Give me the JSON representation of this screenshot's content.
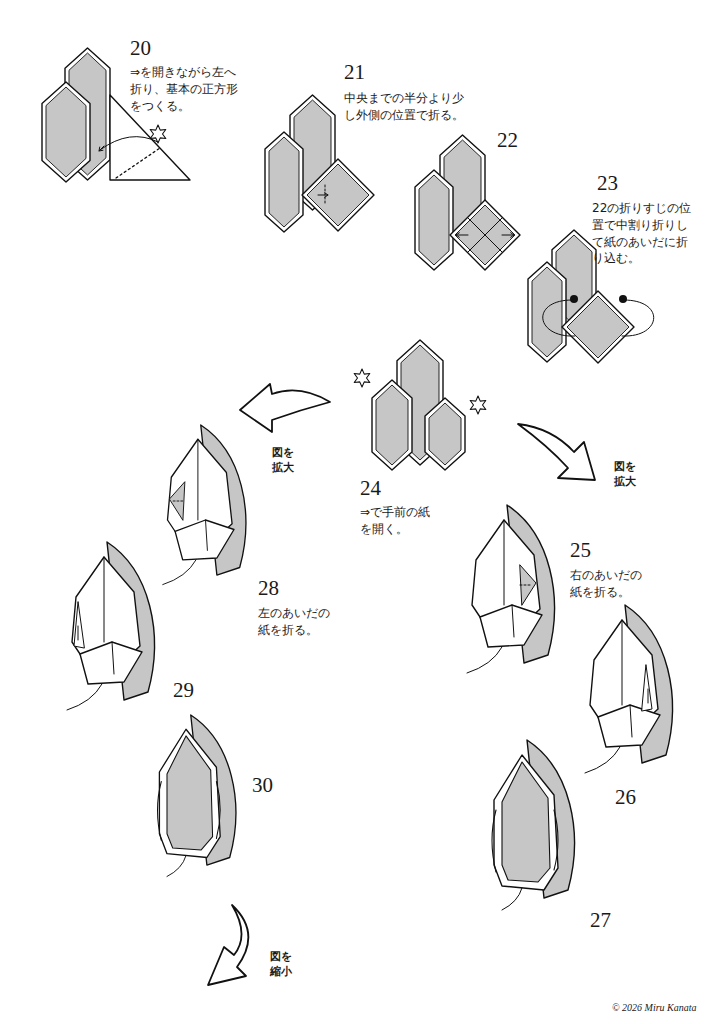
{
  "diagram": {
    "labels": [
      "20",
      "⇒を開きながら左へ折り、基本の正方形をつくる。",
      "21",
      "中央までの半分より少し外側の位置で折る。",
      "22",
      "23",
      "22の折りすじの位置で中割り折りして紙のあいだに折り込む。",
      "24",
      "⇒で手前の紙を開く。",
      "図を拡大",
      "図を拡大",
      "25",
      "右のあいだの紙を折る。",
      "26",
      "27",
      "28",
      "左のあいだの紙を折る。",
      "29",
      "30",
      "図を縮小",
      "© 2026 Miru Kanata"
    ]
  }
}
